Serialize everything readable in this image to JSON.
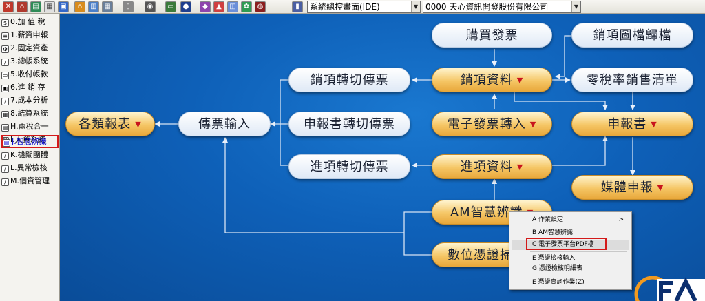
{
  "toolbar": {
    "icons": [
      "exit-icon",
      "home-icon",
      "ledger-icon",
      "report-icon",
      "folder-icon",
      "table-icon",
      "chart-icon",
      "calculator-icon",
      "eye-icon",
      "monitor-icon",
      "globe-icon",
      "lock-icon",
      "image-icon",
      "network-icon",
      "tool-icon",
      "building-icon"
    ],
    "screen_select": "系統總控畫面(IDE)",
    "company_select": "0000  天心資訊開發股份有限公司"
  },
  "sidebar": {
    "items": [
      {
        "label": "0.加 值 稅"
      },
      {
        "label": "1.薪資申報"
      },
      {
        "label": "2.固定資產"
      },
      {
        "label": "3.總帳系統"
      },
      {
        "label": "5.收付帳款"
      },
      {
        "label": "6.進 銷 存"
      },
      {
        "label": "7.成本分析"
      },
      {
        "label": "8.結算系統"
      },
      {
        "label": "H.兩稅合一"
      },
      {
        "label": "I.人資系統"
      },
      {
        "label": "J.智慧辨識"
      },
      {
        "label": "K.機關團體"
      },
      {
        "label": "L.異常檢核"
      },
      {
        "label": "M.個資管理"
      }
    ]
  },
  "flow": {
    "purchase_invoice": "購買發票",
    "sales_archive": "銷項圖檔歸檔",
    "sales_transfer": "銷項轉切傳票",
    "sales_data": "銷項資料",
    "zero_tax_list": "零稅率銷售清單",
    "reports": "各類報表",
    "voucher_input": "傳票輸入",
    "declaration_transfer": "申報書轉切傳票",
    "einvoice_import": "電子發票轉入",
    "declaration": "申報書",
    "purchase_transfer": "進項轉切傳票",
    "purchase_data": "進項資料",
    "media_declaration": "媒體申報",
    "am_recognition": "AM智慧辨識",
    "digital_voucher": "數位憑證掃"
  },
  "menu": {
    "items": [
      {
        "label": "A 作業設定",
        "sub": ">"
      },
      {
        "label": "B AM智慧辨識"
      },
      {
        "label": "C 電子發票平台PDF檔"
      },
      {
        "label": "E 憑證檢核輸入"
      },
      {
        "label": "G 憑證檢核明細表"
      },
      {
        "label": "E 憑證查詢作業(Z)"
      }
    ]
  },
  "colors": {
    "canvas": "#0e60b8",
    "highlight": "#d31a1a",
    "gold": "#f5c665"
  }
}
